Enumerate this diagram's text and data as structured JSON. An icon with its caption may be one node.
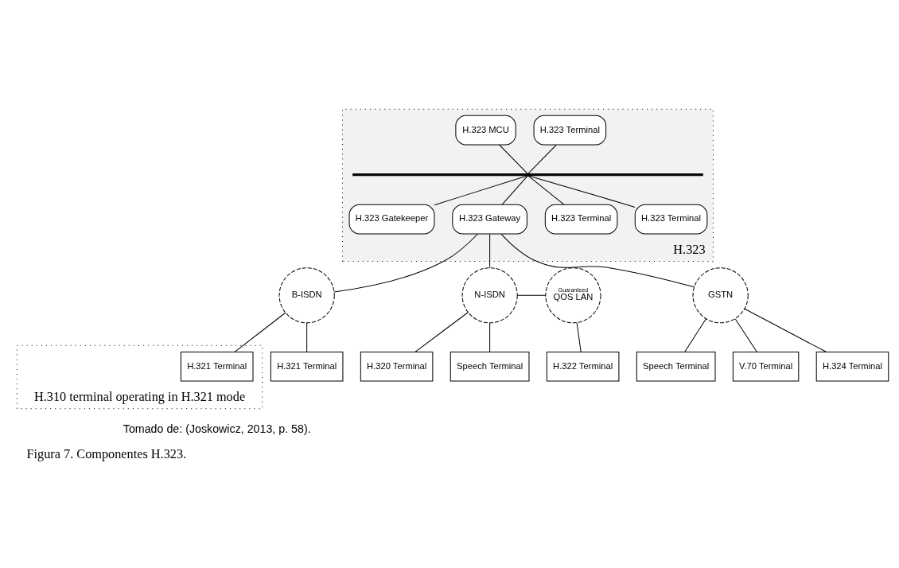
{
  "diagram": {
    "caption": "Figura 7. Componentes H.323.",
    "nodes": [
      {
        "text": [
          "H.323"
        ]
      },
      {
        "text": [
          "H.323 Terminal"
        ],
        "in": 0
      },
      {
        "text": [
          "H.323 MCU"
        ],
        "in": 0
      },
      {
        "text": [],
        "shape": "bar",
        "in": 0
      },
      {
        "text": [
          "H.323 Gatekeeper"
        ],
        "in": 0
      },
      {
        "text": [
          "H.323 Gateway"
        ],
        "in": 0
      },
      {
        "text": [
          "H.323 Terminal"
        ],
        "in": 0
      },
      {
        "text": [
          "H.323 Terminal"
        ],
        "in": 0
      },
      {
        "text": [
          "GSTN"
        ]
      },
      {
        "text": [
          "Guaranteed",
          "QOS LAN"
        ]
      },
      {
        "text": [
          "N-ISDN"
        ]
      },
      {
        "text": [
          "B-ISDN"
        ]
      },
      {
        "text": [
          "V.70 Terminal"
        ]
      },
      {
        "text": [
          "H.324 Terminal"
        ]
      },
      {
        "text": [
          "Speech Terminal"
        ]
      },
      {
        "text": [
          "H.322 Terminal"
        ]
      },
      {
        "text": [
          "Speech Terminal"
        ]
      },
      {
        "text": [
          "H.320 Terminal"
        ]
      },
      {
        "text": [
          "H.321 Terminal"
        ]
      },
      {
        "text": [
          "H.310 terminal operating in H.321 mode"
        ]
      },
      {
        "text": [
          "H.321 Terminal"
        ],
        "in": 19
      }
    ],
    "edges": [
      {
        "from": 1,
        "to": 3,
        "arrow": "none"
      },
      {
        "from": 2,
        "to": 3,
        "arrow": "none"
      },
      {
        "from": 3,
        "to": 4,
        "arrow": "none"
      },
      {
        "from": 3,
        "to": 5,
        "arrow": "none"
      },
      {
        "from": 3,
        "to": 6,
        "arrow": "none"
      },
      {
        "from": 3,
        "to": 7,
        "arrow": "none"
      },
      {
        "from": 5,
        "to": 8,
        "arrow": "none"
      },
      {
        "from": 5,
        "to": 10,
        "arrow": "none"
      },
      {
        "from": 5,
        "to": 11,
        "arrow": "none"
      },
      {
        "from": 9,
        "to": 10,
        "arrow": "none"
      },
      {
        "from": 8,
        "to": 12,
        "arrow": "none"
      },
      {
        "from": 8,
        "to": 13,
        "arrow": "none"
      },
      {
        "from": 8,
        "to": 14,
        "arrow": "none"
      },
      {
        "from": 9,
        "to": 15,
        "arrow": "none"
      },
      {
        "from": 10,
        "to": 16,
        "arrow": "none"
      },
      {
        "from": 10,
        "to": 17,
        "arrow": "none"
      },
      {
        "from": 11,
        "to": 18,
        "arrow": "none"
      },
      {
        "from": 11,
        "to": 20,
        "arrow": "none"
      }
    ],
    "labels": [
      "Tomado de: (Joskowicz, 2013, p. 58)."
    ]
  }
}
